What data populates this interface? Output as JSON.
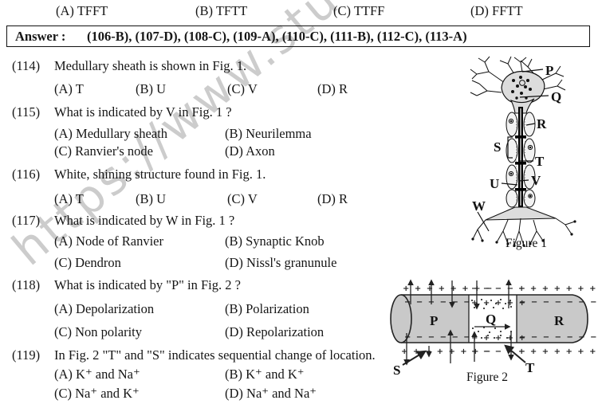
{
  "watermark": {
    "text": "https://www.stu"
  },
  "top_row": {
    "options": [
      "(A) TFFT",
      "(B) TFTT",
      "(C) TTFF",
      "(D) FFTT"
    ]
  },
  "answer_box": {
    "label": "Answer :",
    "answers": "(106-B), (107-D), (108-C), (109-A), (110-C), (111-B), (112-C), (113-A)"
  },
  "questions": [
    {
      "number": "(114)",
      "text": "Medullary sheath is shown in Fig. 1.",
      "options": [
        "(A) T",
        "(B) U",
        "(C) V",
        "(D) R"
      ]
    },
    {
      "number": "(115)",
      "text": "What is indicated by V in Fig. 1 ?",
      "options": [
        "(A) Medullary sheath",
        "(B) Neurilemma",
        "(C) Ranvier's node",
        "(D) Axon"
      ]
    },
    {
      "number": "(116)",
      "text": "White, shining structure found in Fig. 1.",
      "options": [
        "(A) T",
        "(B) U",
        "(C) V",
        "(D) R"
      ]
    },
    {
      "number": "(117)",
      "text": "What is indicated by W in Fig. 1 ?",
      "options": [
        "(A) Node of Ranvier",
        "(B) Synaptic Knob",
        "(C) Dendron",
        "(D) Nissl's granunule"
      ]
    },
    {
      "number": "(118)",
      "text": "What is indicated by \"P\" in Fig. 2 ?",
      "options": [
        "(A) Depolarization",
        "(B) Polarization",
        "(C) Non polarity",
        "(D) Repolarization"
      ]
    },
    {
      "number": "(119)",
      "text": "In Fig. 2 \"T\" and \"S\" indicates sequential change of location.",
      "options": [
        "(A) K⁺ and Na⁺",
        "(B) K⁺ and K⁺",
        "(C) Na⁺ and K⁺",
        "(D) Na⁺ and Na⁺"
      ]
    }
  ],
  "figure1": {
    "caption": "Figure 1",
    "labels": {
      "p": "P",
      "q": "Q",
      "r": "R",
      "s": "S",
      "t": "T",
      "u": "U",
      "v": "V",
      "w": "W"
    }
  },
  "figure2": {
    "caption": "Figure 2",
    "labels": {
      "p": "P",
      "q": "Q",
      "r": "R",
      "s": "S",
      "t": "T"
    },
    "charges": {
      "top_out_p": "+ + + + + + + −",
      "top_out_q": "− − − − −",
      "top_out_r": "+ + + + + + + + +",
      "top_in_p": "− − − − − −",
      "top_in_q": "+ + + + +",
      "top_in_r": "− − − − − − −",
      "bot_in_p": "− − − − − −",
      "bot_in_q": "+ + + + +",
      "bot_in_r": "− − − − − − −",
      "bot_out_p": "+ + − + + + + −",
      "bot_out_q": "− − − − −",
      "bot_out_r": "+ + + + + + + +"
    }
  }
}
